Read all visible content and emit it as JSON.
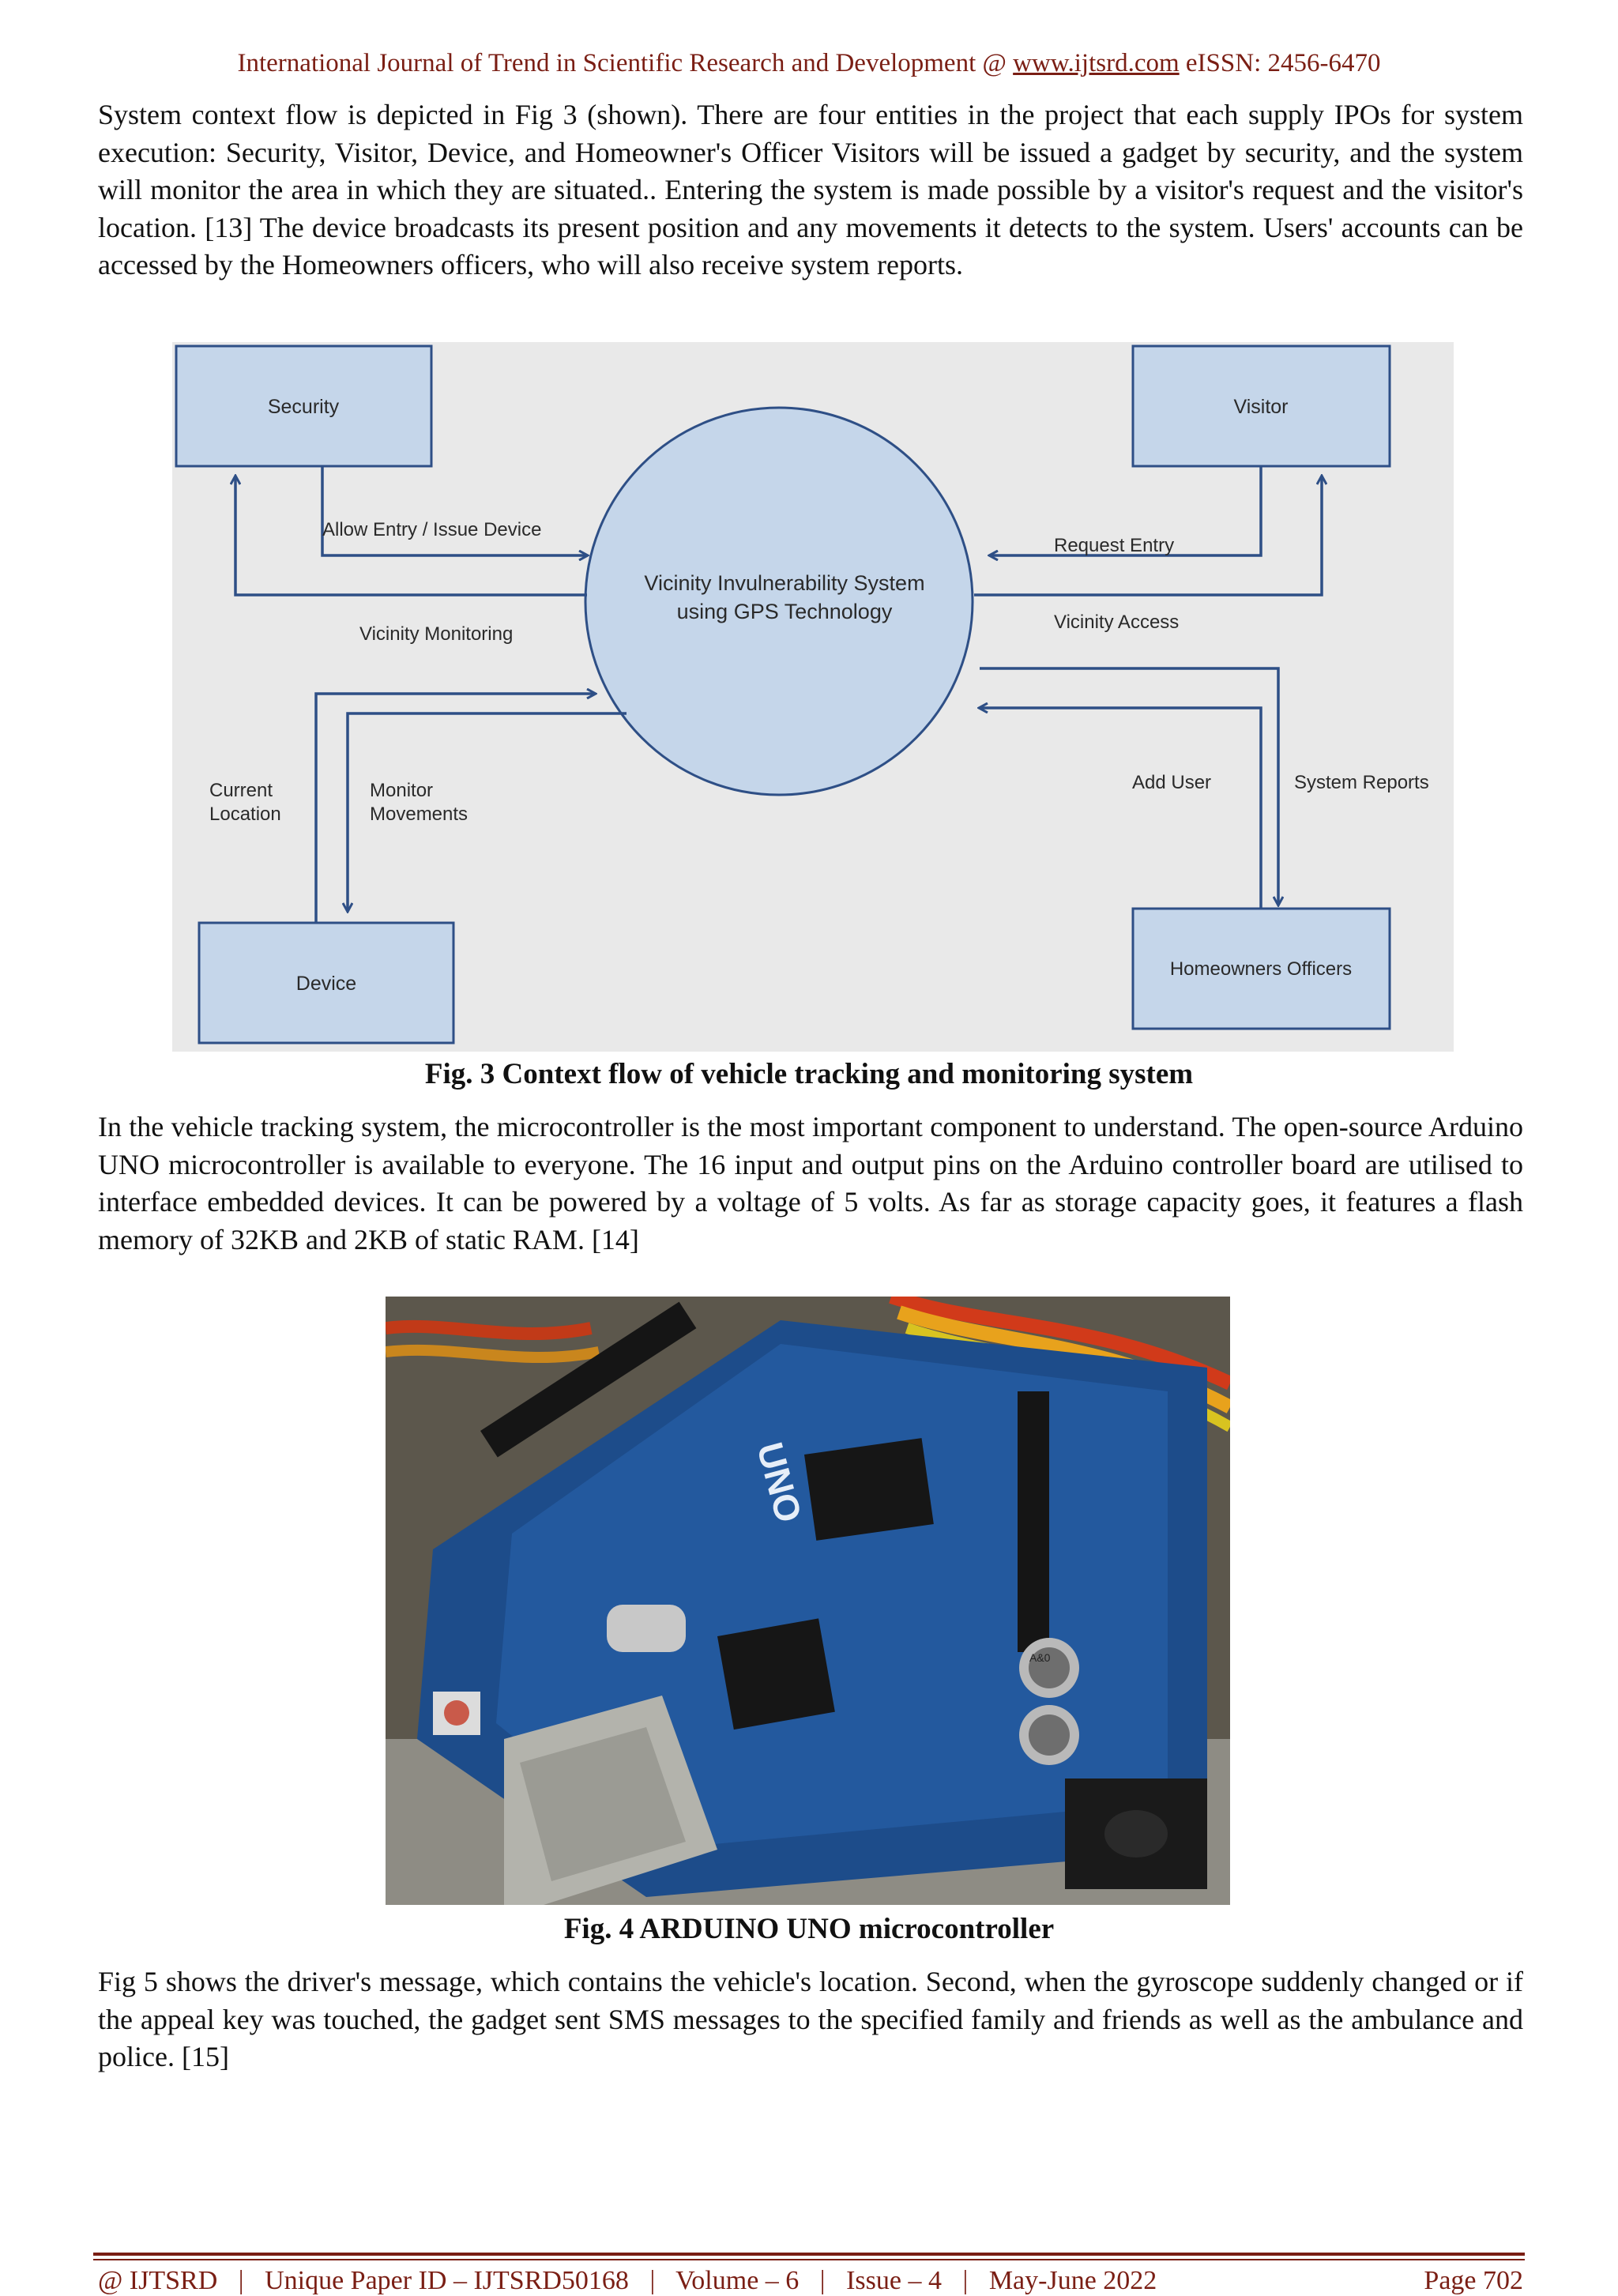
{
  "header": {
    "prefix": "International Journal of Trend in Scientific Research and Development @",
    "website": "www.ijtsrd.com",
    "issn": "eISSN: 2456-6470"
  },
  "paragraphs": {
    "p1": "System context flow is depicted in Fig 3 (shown). There are four entities in the project that each supply IPOs for system execution: Security, Visitor, Device, and Homeowner's Officer Visitors will be issued a gadget by security, and the system will monitor the area in which they are situated.. Entering the system is made possible by a visitor's request and the visitor's location. [13] The device broadcasts its present position and any movements it detects to the system. Users' accounts can be accessed by the Homeowners officers, who will also receive system reports.",
    "p2": "In the vehicle tracking system, the microcontroller is the most important component to understand. The open-source Arduino UNO microcontroller is available to everyone. The 16 input and output pins on the Arduino controller board are utilised to interface embedded devices. It can be powered by a voltage of 5 volts. As far as storage capacity goes, it features a flash memory of 32KB and 2KB of static RAM. [14]",
    "p3": "Fig 5 shows the driver's message, which contains the vehicle's location. Second, when the gyroscope suddenly changed or if the appeal key was touched, the gadget sent SMS messages to the specified family and friends as well as the ambulance and police. [15]"
  },
  "figures": {
    "fig3_caption": "Fig. 3 Context flow of vehicle tracking and monitoring system",
    "fig4_caption": "Fig. 4 ARDUINO UNO microcontroller"
  },
  "diagram": {
    "center_line1": "Vicinity Invulnerability System",
    "center_line2": "using GPS Technology",
    "entities": {
      "security": "Security",
      "visitor": "Visitor",
      "device": "Device",
      "homeowners": "Homeowners Officers"
    },
    "flows": {
      "allow_entry": "Allow Entry / Issue Device",
      "vicinity_monitoring": "Vicinity Monitoring",
      "request_entry": "Request Entry",
      "vicinity_access": "Vicinity Access",
      "current_location_1": "Current",
      "current_location_2": "Location",
      "monitor_movements_1": "Monitor",
      "monitor_movements_2": "Movements",
      "add_user": "Add User",
      "system_reports": "System Reports"
    },
    "colors": {
      "box_fill": "#c5d6ea",
      "line": "#2e4f86",
      "background": "#e9e9e9"
    }
  },
  "photo": {
    "board_label": "UNO",
    "cap_label": "A&0"
  },
  "footer": {
    "journal": "@ IJTSRD",
    "paper_id": "Unique Paper ID – IJTSRD50168",
    "volume": "Volume – 6",
    "issue": "Issue – 4",
    "date": "May-June 2022",
    "page": "Page 702"
  }
}
